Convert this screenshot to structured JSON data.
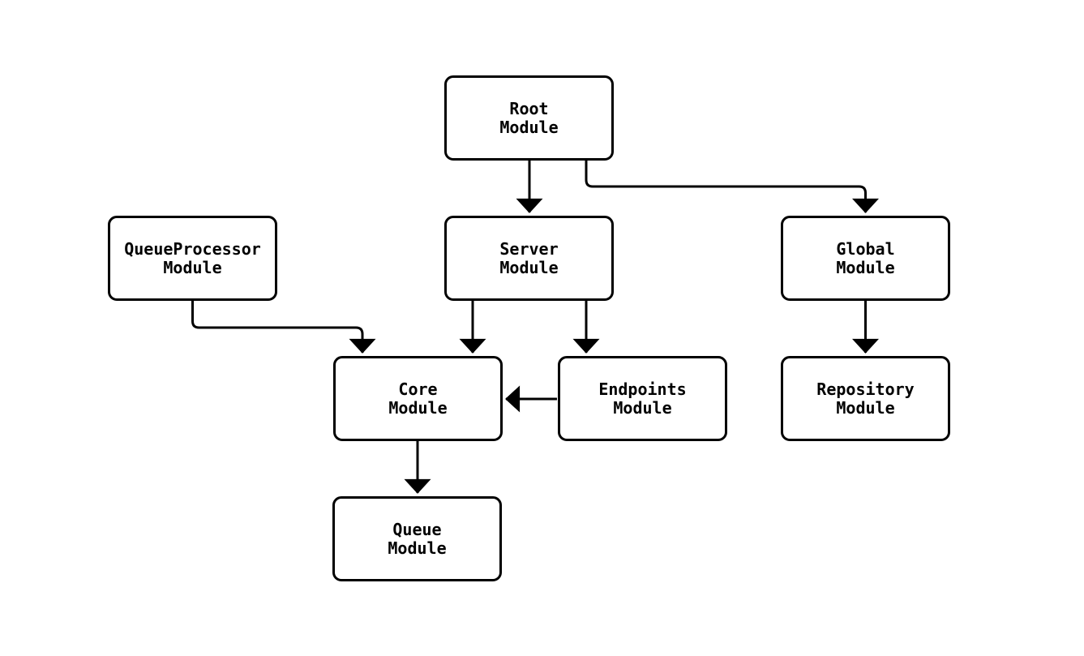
{
  "diagram": {
    "type": "flowchart",
    "direction": "top-down",
    "colors": {
      "background": "#ffffff",
      "node_fill": "#ffffff",
      "node_border": "#000000",
      "edge": "#000000",
      "text": "#000000"
    },
    "nodes": [
      {
        "id": "root",
        "line1": "Root",
        "line2": "Module"
      },
      {
        "id": "server",
        "line1": "Server",
        "line2": "Module"
      },
      {
        "id": "queueprocessor",
        "line1": "QueueProcessor",
        "line2": "Module"
      },
      {
        "id": "global",
        "line1": "Global",
        "line2": "Module"
      },
      {
        "id": "core",
        "line1": "Core",
        "line2": "Module"
      },
      {
        "id": "endpoints",
        "line1": "Endpoints",
        "line2": "Module"
      },
      {
        "id": "repository",
        "line1": "Repository",
        "line2": "Module"
      },
      {
        "id": "queue",
        "line1": "Queue",
        "line2": "Module"
      }
    ],
    "edges": [
      {
        "from": "Root Module",
        "to": "Server Module"
      },
      {
        "from": "Root Module",
        "to": "Global Module"
      },
      {
        "from": "QueueProcessor Module",
        "to": "Core Module"
      },
      {
        "from": "Server Module",
        "to": "Core Module"
      },
      {
        "from": "Server Module",
        "to": "Endpoints Module"
      },
      {
        "from": "Endpoints Module",
        "to": "Core Module"
      },
      {
        "from": "Global Module",
        "to": "Repository Module"
      },
      {
        "from": "Core Module",
        "to": "Queue Module"
      }
    ]
  }
}
